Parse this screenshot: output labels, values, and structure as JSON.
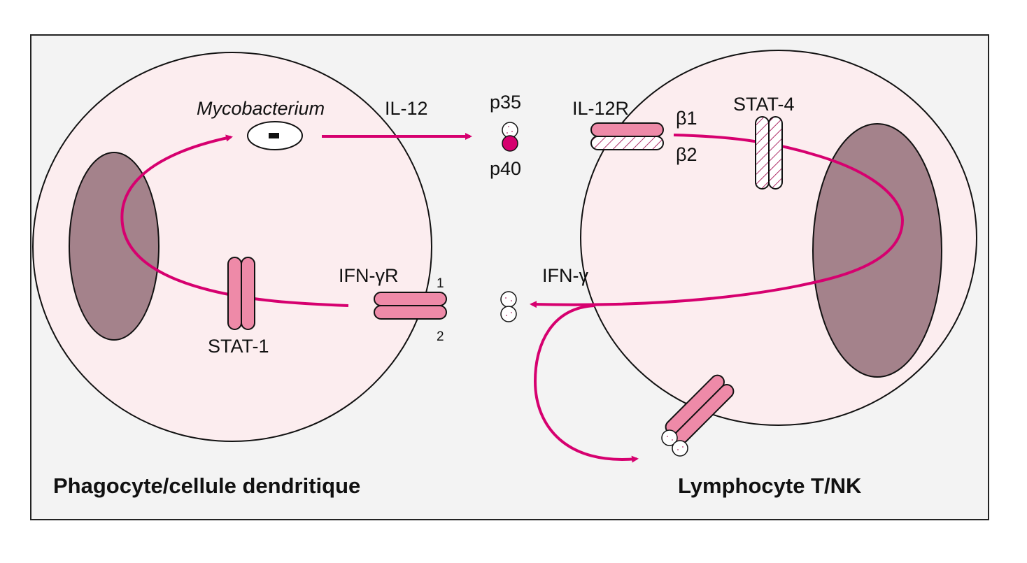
{
  "colors": {
    "background": "#f3f3f3",
    "cytoplasm": "#fcedef",
    "nucleus": "#a4828b",
    "arrow": "#d6006f",
    "receptor": "#ee8aa8",
    "p40_subunit": "#d6006f",
    "hatch": "#b0306a"
  },
  "labels": {
    "mycobacterium": "Mycobacterium",
    "mycobacterium_sign": "-",
    "il12": "IL-12",
    "p35": "p35",
    "p40": "p40",
    "il12r": "IL-12R",
    "beta1": "β1",
    "beta2": "β2",
    "stat4": "STAT-4",
    "stat1": "STAT-1",
    "ifngr": "IFN-γR",
    "ifngr_chain1": "1",
    "ifngr_chain2": "2",
    "ifng": "IFN-γ"
  },
  "cells": {
    "left_title": "Phagocyte/cellule dendritique",
    "right_title": "Lymphocyte T/NK"
  }
}
